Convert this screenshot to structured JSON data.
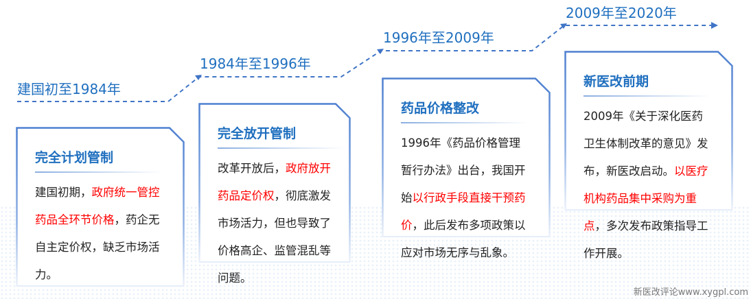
{
  "periods": [
    "建国初至1984年",
    "1984年至1996年",
    "1996年至2009年",
    "2009年至2020年"
  ],
  "cards": [
    {
      "title": "完全计划管制",
      "body": [
        {
          "t": "建国初期，",
          "red": false
        },
        {
          "t": "政府统一管控药品全环节价格",
          "red": true
        },
        {
          "t": "，药企无自主定价权，缺乏市场活力。",
          "red": false
        }
      ]
    },
    {
      "title": "完全放开管制",
      "body": [
        {
          "t": "改革开放后，",
          "red": false
        },
        {
          "t": "政府放开药品定价权",
          "red": true
        },
        {
          "t": "，彻底激发市场活力，但也导致了价格高企、监管混乱等问题。",
          "red": false
        }
      ]
    },
    {
      "title": "药品价格整改",
      "body": [
        {
          "t": "1996年《药品价格管理暂行办法》出台，我国开始",
          "red": false
        },
        {
          "t": "以行政手段直接干预药价",
          "red": true
        },
        {
          "t": "，此后发布多项政策以应对市场无序与乱象。",
          "red": false
        }
      ]
    },
    {
      "title": "新医改前期",
      "body": [
        {
          "t": "2009年《关于深化医药卫生体制改革的意见》发布，新医改启动。",
          "red": false
        },
        {
          "t": "以医疗机构药品集中采购为重点",
          "red": true
        },
        {
          "t": "，多次发布政策指导工作开展。",
          "red": false
        }
      ]
    }
  ],
  "watermark": "新医改评论www.xygpl.com",
  "colors": {
    "accent": "#1f6fbf",
    "highlight": "#ff0000",
    "border": "#5b86d4"
  }
}
